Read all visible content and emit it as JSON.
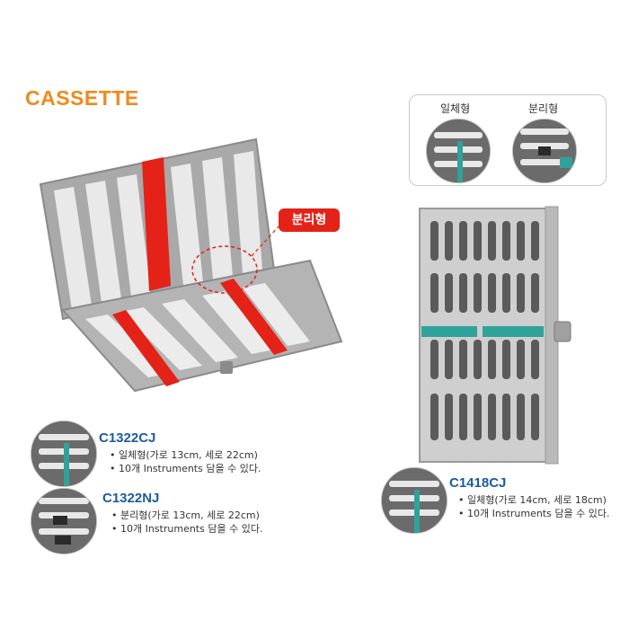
{
  "page_title": "CASSETTE",
  "callout_label": "분리형",
  "legend": {
    "integrated_label": "일체형",
    "separated_label": "분리형"
  },
  "products": [
    {
      "model": "C1322CJ",
      "spec_lines": [
        "• 일체형(가로 13cm, 세로 22cm)",
        "• 10개 Instruments 담을 수 있다."
      ]
    },
    {
      "model": "C1322NJ",
      "spec_lines": [
        "• 분리형(가로 13cm, 세로 22cm)",
        "• 10개 Instruments 담을 수 있다."
      ]
    },
    {
      "model": "C1418CJ",
      "spec_lines": [
        "• 일체형(가로 14cm, 세로 18cm)",
        "• 10개 Instruments 담을 수 있다."
      ]
    }
  ],
  "colors": {
    "title": "#f08a1e",
    "model": "#1b5c9e",
    "accent_red": "#e42218",
    "accent_teal": "#2fa39a"
  }
}
